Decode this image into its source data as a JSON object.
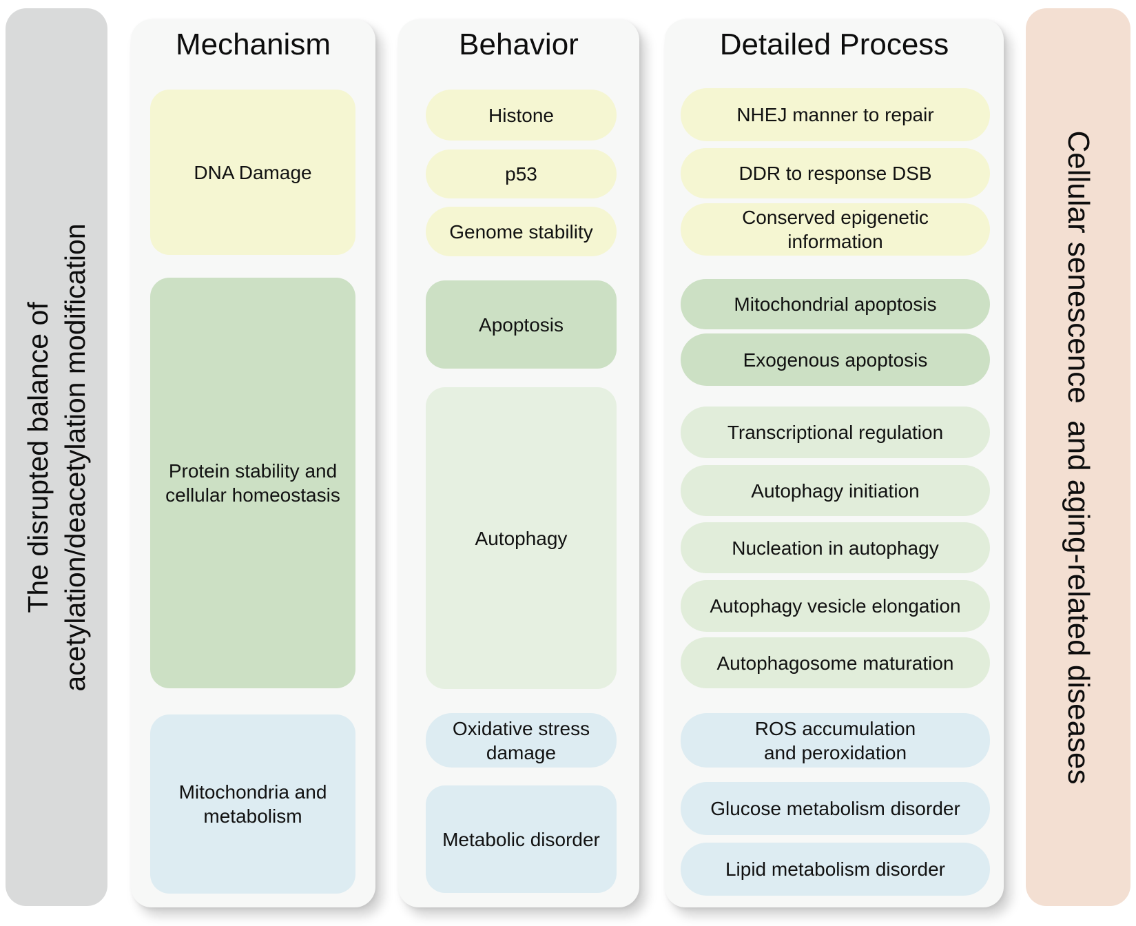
{
  "left_bar": {
    "text": "The disrupted balance of\nacetylation/deacetylation modification",
    "bg_color": "#d9dada"
  },
  "right_bar": {
    "text": "Cellular senescence  and aging-related diseases",
    "bg_color": "#f3dfd2"
  },
  "colors": {
    "yellow": "#f5f6d2",
    "green": "#cce0c4",
    "light_green": "#e1edda",
    "lighter_green": "#e6f0e1",
    "blue": "#ddecf2",
    "panel_bg": "#f7f8f7"
  },
  "columns": [
    {
      "title": "Mechanism",
      "boxes": [
        {
          "label": "DNA Damage",
          "color": "#f5f6d2"
        },
        {
          "label": "Protein stability and\ncellular homeostasis",
          "color": "#cce0c4"
        },
        {
          "label": "Mitochondria and\nmetabolism",
          "color": "#ddecf2"
        }
      ]
    },
    {
      "title": "Behavior",
      "boxes": [
        {
          "label": "Histone",
          "color": "#f5f6d2"
        },
        {
          "label": "p53",
          "color": "#f5f6d2"
        },
        {
          "label": "Genome stability",
          "color": "#f5f6d2"
        },
        {
          "label": "Apoptosis",
          "color": "#cce0c4"
        },
        {
          "label": "Autophagy",
          "color": "#e6f0e1"
        },
        {
          "label": "Oxidative stress\ndamage",
          "color": "#ddecf2"
        },
        {
          "label": "Metabolic disorder",
          "color": "#ddecf2"
        }
      ]
    },
    {
      "title": "Detailed Process",
      "boxes": [
        {
          "label": "NHEJ manner to repair",
          "color": "#f5f6d2"
        },
        {
          "label": "DDR to response DSB",
          "color": "#f5f6d2"
        },
        {
          "label": "Conserved epigenetic\ninformation",
          "color": "#f5f6d2"
        },
        {
          "label": "Mitochondrial apoptosis",
          "color": "#cce0c4"
        },
        {
          "label": "Exogenous apoptosis",
          "color": "#cce0c4"
        },
        {
          "label": "Transcriptional regulation",
          "color": "#e1edda"
        },
        {
          "label": "Autophagy initiation",
          "color": "#e1edda"
        },
        {
          "label": "Nucleation in autophagy",
          "color": "#e1edda"
        },
        {
          "label": "Autophagy vesicle elongation",
          "color": "#e1edda"
        },
        {
          "label": "Autophagosome maturation",
          "color": "#e1edda"
        },
        {
          "label": "ROS accumulation\nand peroxidation",
          "color": "#ddecf2"
        },
        {
          "label": "Glucose metabolism disorder",
          "color": "#ddecf2"
        },
        {
          "label": "Lipid metabolism disorder",
          "color": "#ddecf2"
        }
      ]
    }
  ]
}
